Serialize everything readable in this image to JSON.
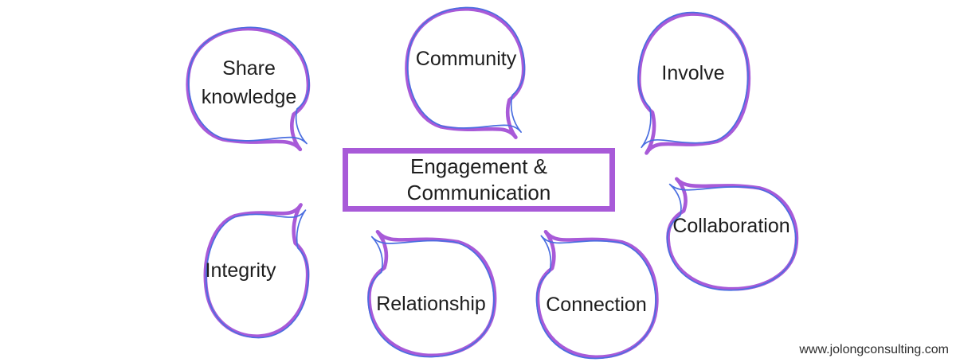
{
  "title": {
    "text": "Engagement & Communication"
  },
  "bubbles": [
    {
      "label": "Share knowledge"
    },
    {
      "label": "Community"
    },
    {
      "label": "Involve"
    },
    {
      "label": "Collaboration"
    },
    {
      "label": "Integrity"
    },
    {
      "label": "Relationship"
    },
    {
      "label": "Connection"
    }
  ],
  "footer": {
    "website": "www.jolongconsulting.com"
  },
  "colors": {
    "purple": "#a85ad8",
    "blue": "#4a6ee0",
    "ink": "#1e1e1e",
    "background": "#ffffff"
  }
}
